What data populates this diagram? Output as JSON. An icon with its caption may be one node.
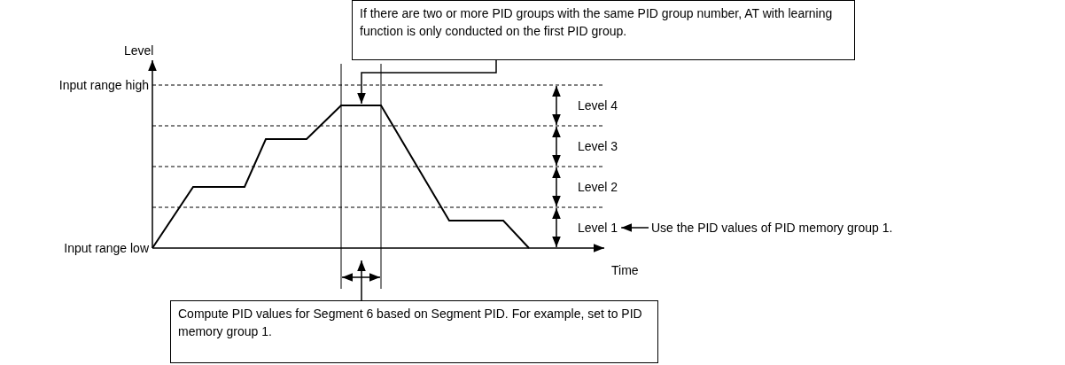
{
  "diagram": {
    "nodes": [
      {
        "text": [
          "If there are two or more PID groups with the same PID group number, AT with learning function is only conducted on the first PID group."
        ]
      },
      {
        "text": [
          "Level 1"
        ]
      },
      {
        "text": [
          "Use the PID values of PID memory group 1."
        ]
      },
      {
        "text": [
          "Compute PID values for Segment 6 based on Segment PID. For example, set to PID memory group 1."
        ]
      }
    ],
    "edges": [
      {
        "from": 0,
        "to": null,
        "arrow": "to"
      },
      {
        "from": 2,
        "to": 1,
        "arrow": "to"
      },
      {
        "from": 3,
        "to": null,
        "arrow": "to"
      }
    ],
    "labels": [
      "Level",
      "Input range high",
      "Level 4",
      "Level 3",
      "Level 2",
      "Input range low",
      "Time"
    ]
  }
}
